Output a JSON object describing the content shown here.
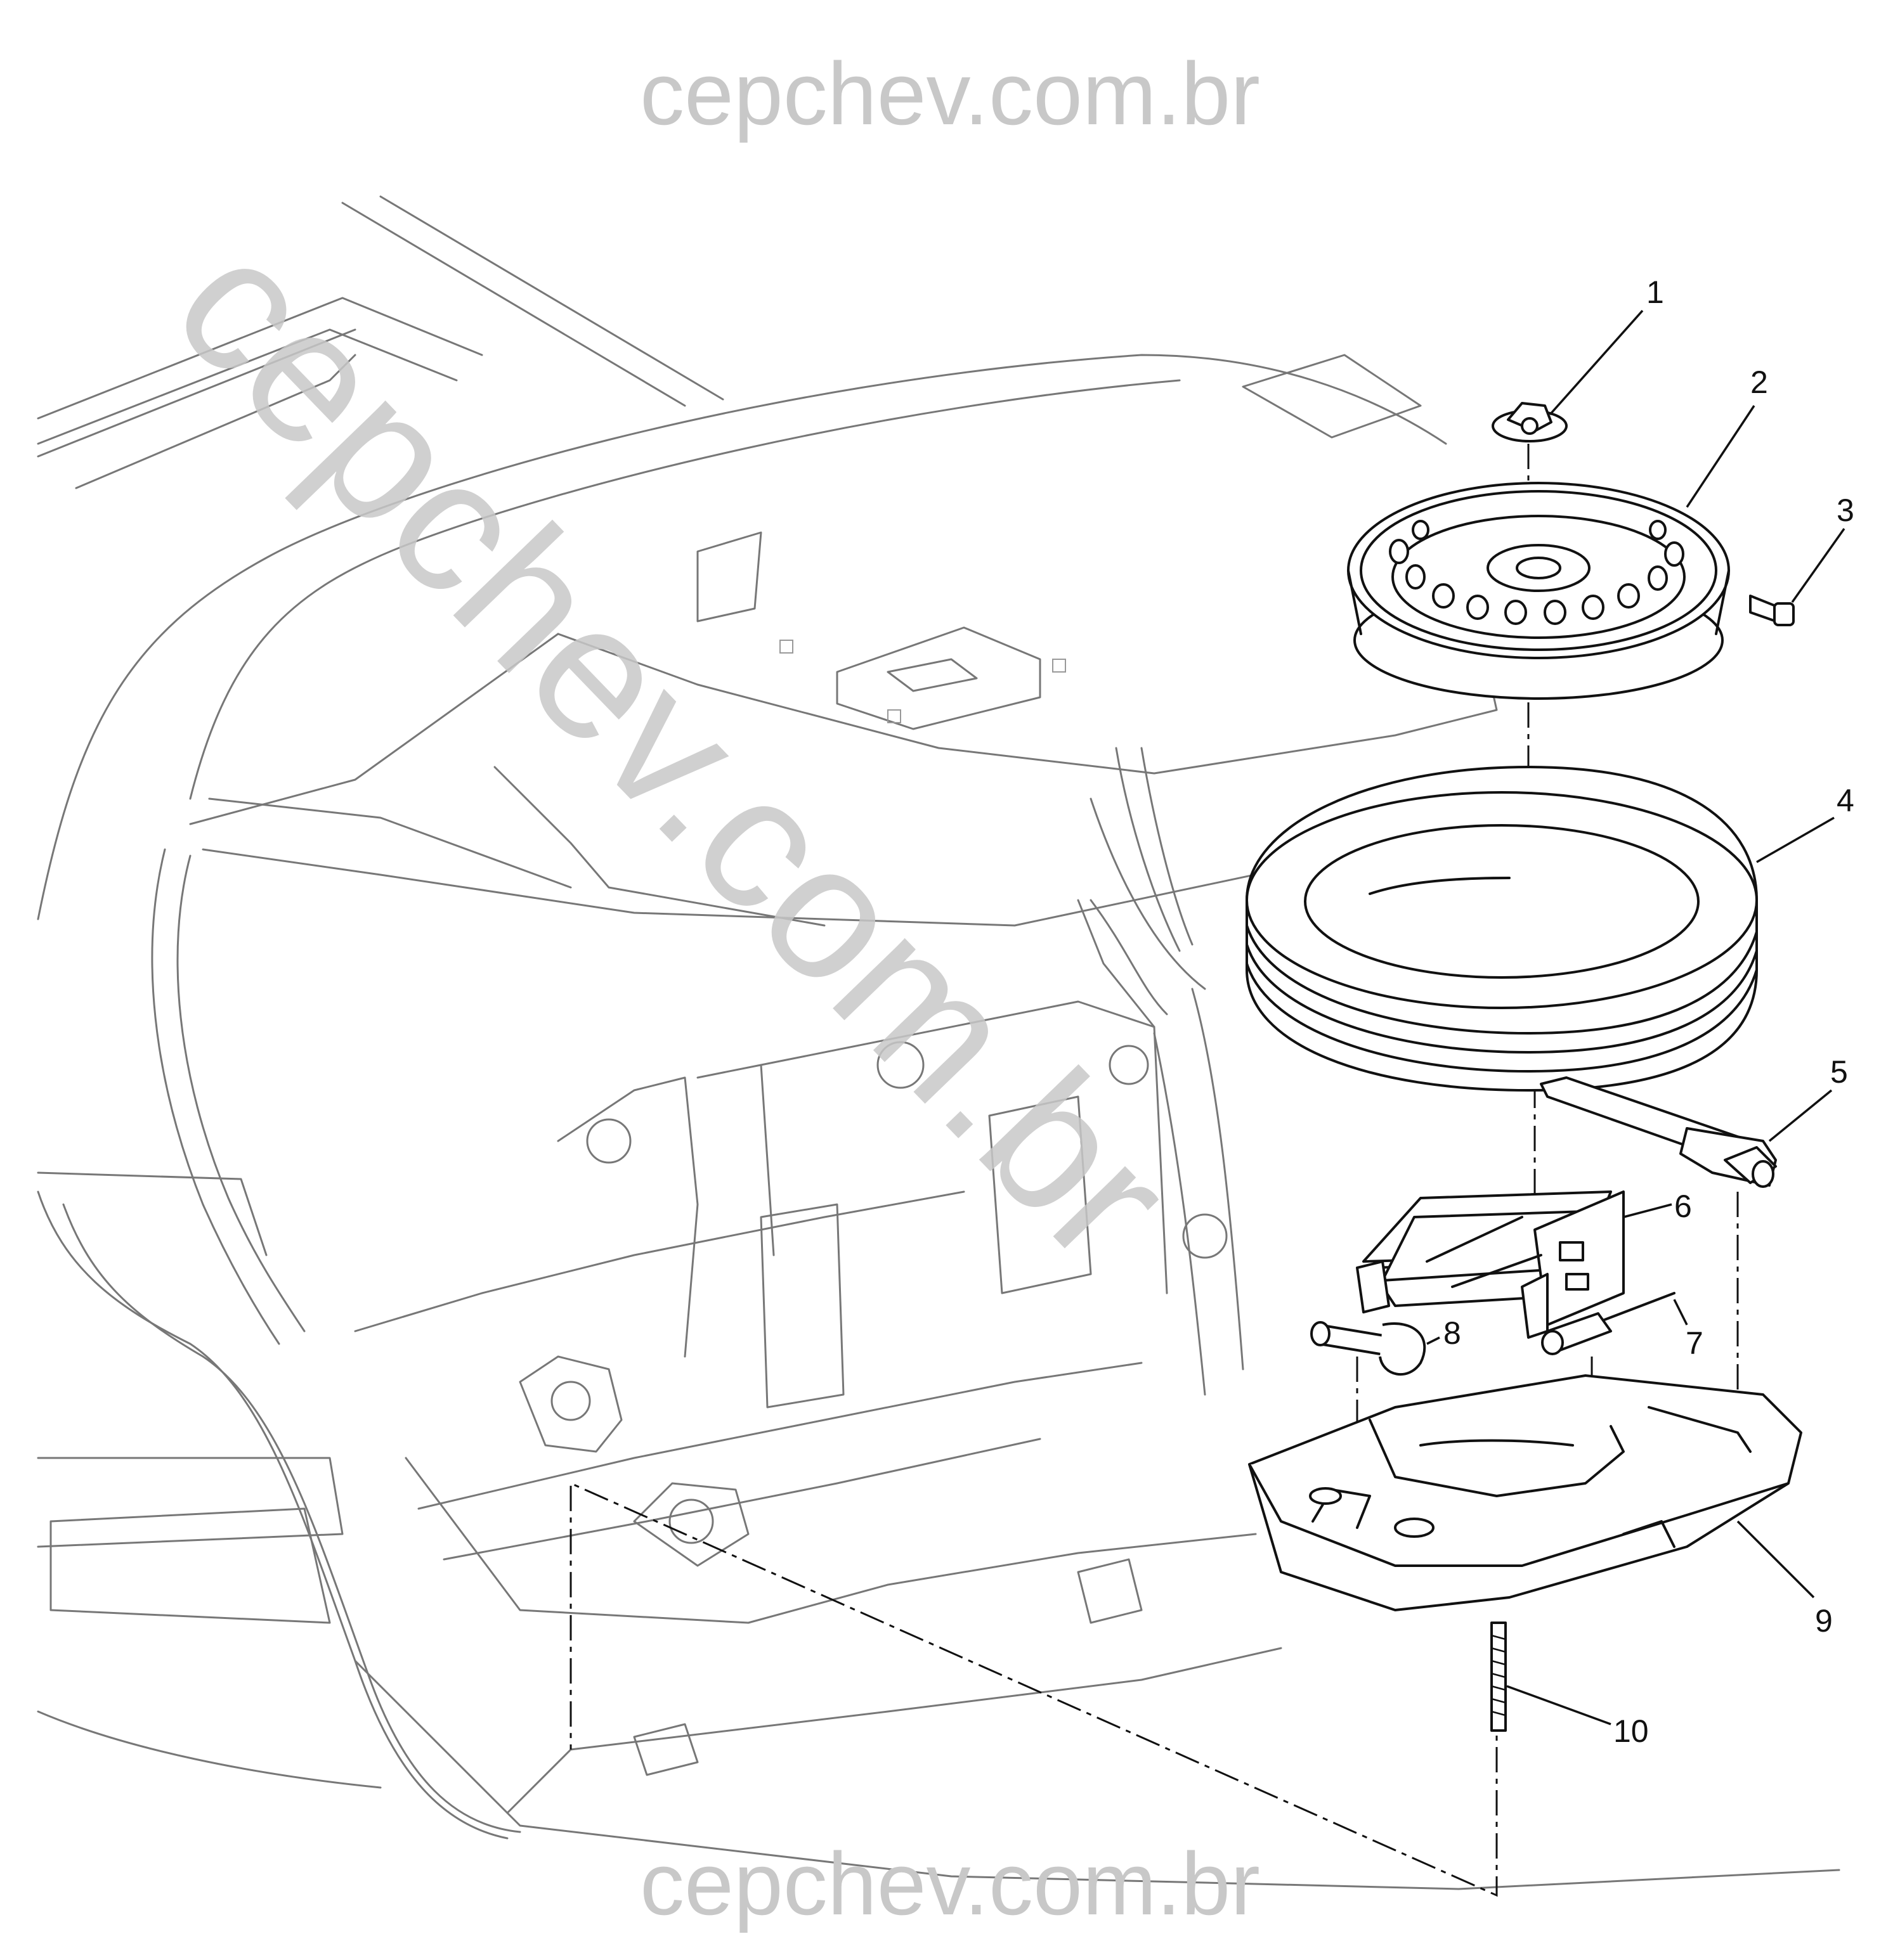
{
  "watermarks": {
    "top": "cepchev.com.br",
    "bottom": "cepchev.com.br",
    "diagonal": "cepchev.com.br"
  },
  "callouts": [
    {
      "id": "1",
      "label": "1"
    },
    {
      "id": "2",
      "label": "2"
    },
    {
      "id": "3",
      "label": "3"
    },
    {
      "id": "4",
      "label": "4"
    },
    {
      "id": "5",
      "label": "5"
    },
    {
      "id": "6",
      "label": "6"
    },
    {
      "id": "7",
      "label": "7"
    },
    {
      "id": "8",
      "label": "8"
    },
    {
      "id": "9",
      "label": "9"
    },
    {
      "id": "10",
      "label": "10"
    }
  ]
}
